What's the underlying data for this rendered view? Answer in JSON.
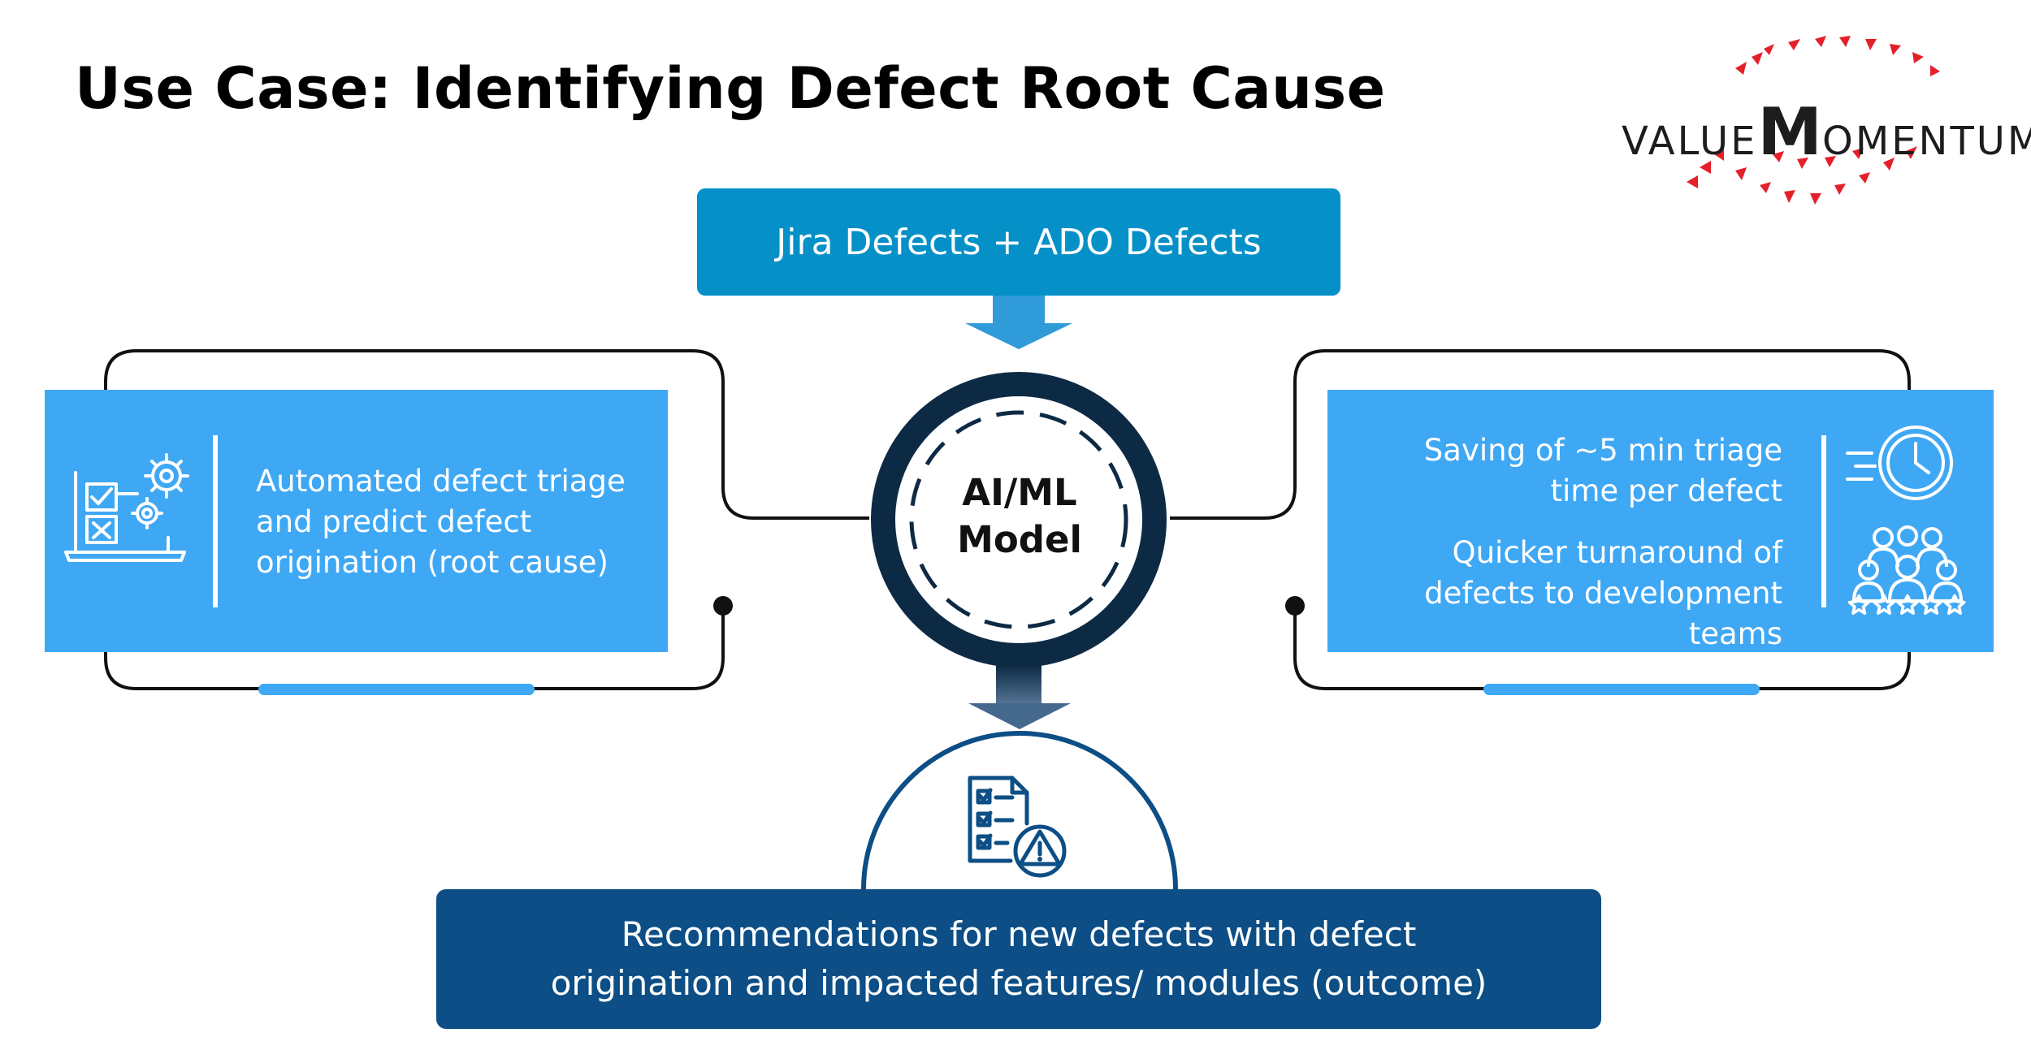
{
  "title": "Use Case: Identifying Defect Root Cause",
  "logo": {
    "prefix": "VALUE",
    "letter": "M",
    "suffix": "OMENTUM",
    "icon": "red-triangles-swirl"
  },
  "input": {
    "label": "Jira Defects + ADO Defects"
  },
  "model": {
    "line1": "AI/ML",
    "line2": "Model"
  },
  "left_panel": {
    "text": "Automated defect triage and predict defect origination (root cause)",
    "icon": "checklist-gears-icon"
  },
  "right_panel": {
    "benefits": [
      {
        "text": "Saving of ~5 min triage time per defect",
        "icon": "fast-clock-icon"
      },
      {
        "text": "Quicker turnaround of defects to development teams",
        "icon": "team-rating-icon"
      }
    ]
  },
  "outcome": {
    "line1": "Recommendations for new defects with defect",
    "line2": "origination and impacted features/ modules (outcome)",
    "icon": "checklist-warning-icon"
  },
  "colors": {
    "input_box": "#0590c8",
    "side_box": "#3fa8f5",
    "outcome_box": "#0c4e85",
    "model_ring": "#0d2a45",
    "logo_red": "#e4202b"
  }
}
